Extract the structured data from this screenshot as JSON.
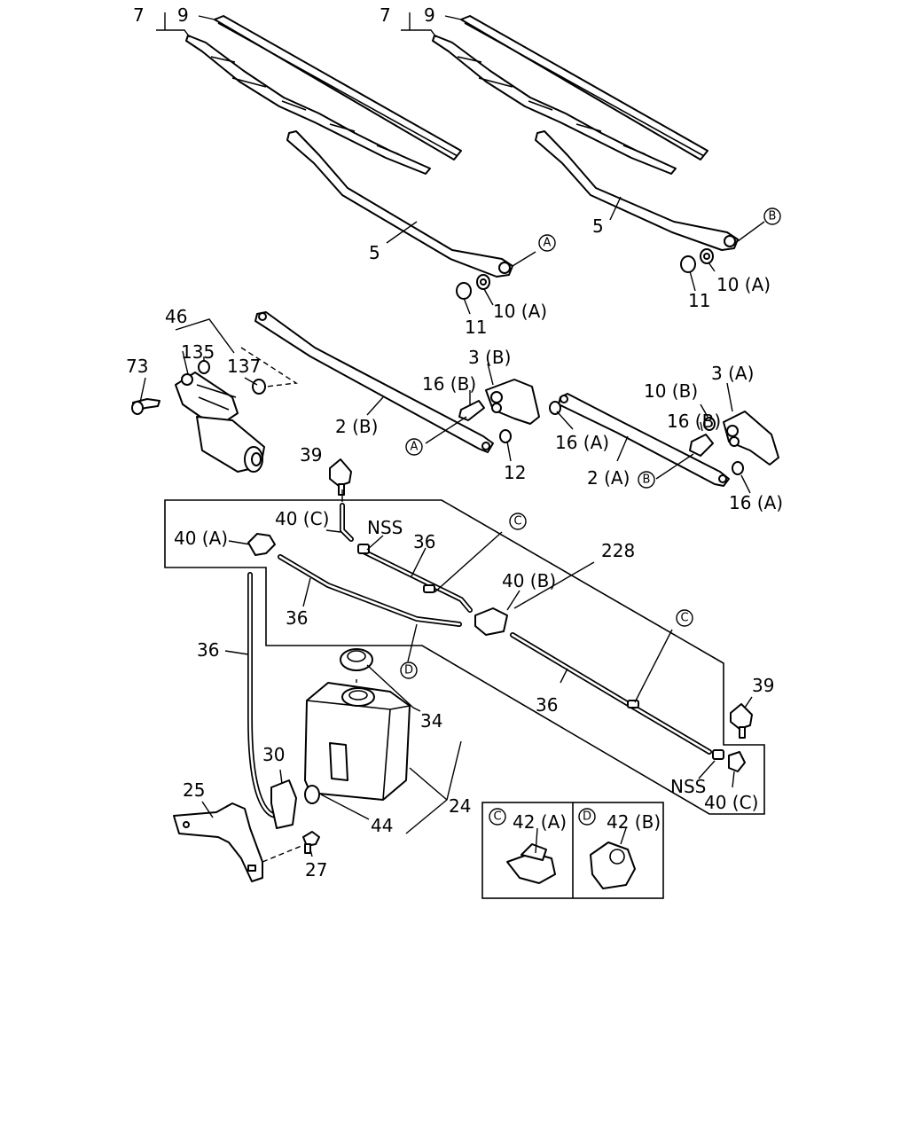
{
  "labels": {
    "l7a": "7",
    "l9a": "9",
    "l7b": "7",
    "l9b": "9",
    "l5a": "5",
    "l5b": "5",
    "l11a": "11",
    "l10Aa": "10 (A)",
    "l11b": "11",
    "l10Ab": "10 (A)",
    "l46": "46",
    "l135": "135",
    "l137": "137",
    "l73": "73",
    "l2B": "2 (B)",
    "l16B": "16 (B)",
    "l3B": "3 (B)",
    "l12": "12",
    "l16A_mid": "16 (A)",
    "l10B": "10 (B)",
    "l3A": "3 (A)",
    "l16B_r": "16 (B)",
    "l2A": "2 (A)",
    "l16A_r": "16 (A)",
    "l39a": "39",
    "l40C_top": "40 (C)",
    "l40A": "40 (A)",
    "lNSS_top": "NSS",
    "l36_a": "36",
    "l36_b": "36",
    "l228": "228",
    "l40B": "40 (B)",
    "l36_c": "36",
    "l36_d": "36",
    "l39b": "39",
    "lNSS_bot": "NSS",
    "l40C_bot": "40 (C)",
    "l34": "34",
    "l30": "30",
    "l24": "24",
    "l25": "25",
    "l44": "44",
    "l27": "27",
    "l42A": "42 (A)",
    "l42B": "42 (B)"
  },
  "callouts": {
    "A": "A",
    "B": "B",
    "C": "C",
    "D": "D"
  }
}
